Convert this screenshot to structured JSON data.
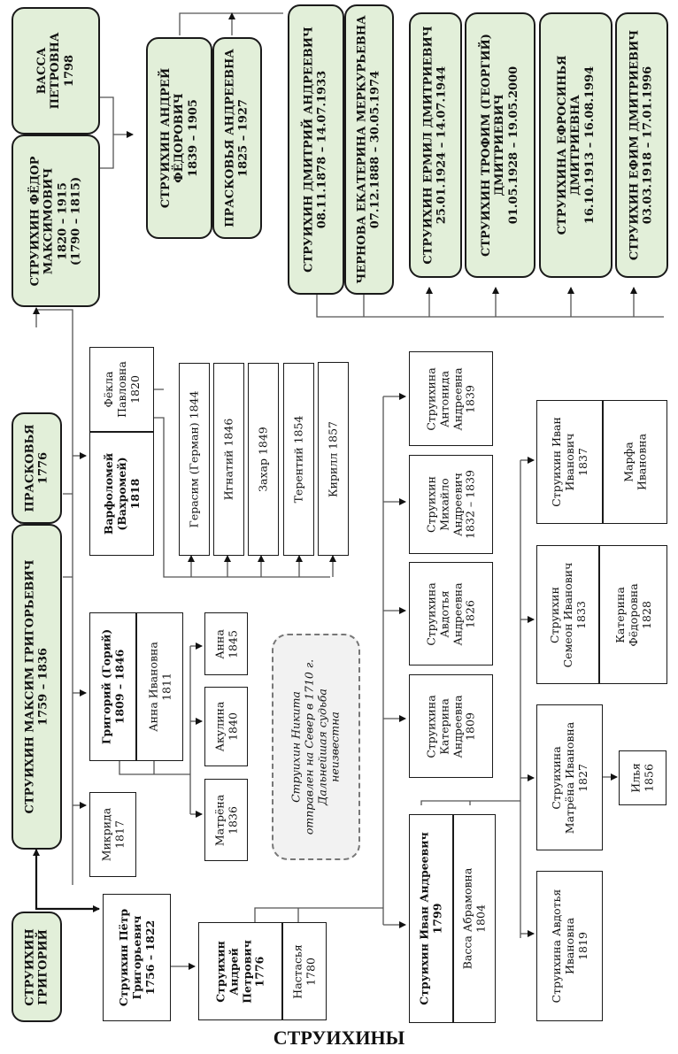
{
  "title": "СТРУИХИНЫ",
  "persons": {
    "grigoriy": {
      "lines": [
        "СТРУИХИН",
        "ГРИГОРИЙ"
      ]
    },
    "maksim": {
      "lines": [
        "СТРУИХИН МАКСИМ ГРИГОРЬЕВИЧ",
        "1759 – 1836"
      ]
    },
    "praskovya": {
      "lines": [
        "ПРАСКОВЬЯ",
        "1776"
      ]
    },
    "fedor": {
      "lines": [
        "СТРУИХИН ФЁДОР",
        "МАКСИМОВИЧ",
        "1820 – 1915",
        "(1790 – 1815)"
      ]
    },
    "vassa_p": {
      "lines": [
        "ВАССА",
        "ПЕТРОВНА",
        "1798"
      ]
    },
    "andrey_f": {
      "lines": [
        "СТРУИХИН АНДРЕЙ",
        "ФЁДОРОВИЧ",
        "1839 – 1905"
      ]
    },
    "praskovya_a": {
      "lines": [
        "ПРАСКОВЬЯ АНДРЕЕВНА",
        "1825 – 1927"
      ]
    },
    "dmitriy": {
      "lines": [
        "СТРУИХИН ДМИТРИЙ АНДРЕЕВИЧ",
        "08.11.1878 – 14.07.1933"
      ]
    },
    "chernova": {
      "lines": [
        "ЧЕРНОВА ЕКАТЕРИНА МЕРКУРЬЕВНА",
        "07.12.1888 – 30.05.1974"
      ]
    },
    "ermil": {
      "lines": [
        "СТРУИХИН ЕРМИЛ ДМИТРИЕВИЧ",
        "25.01.1924 – 14.07.1944"
      ]
    },
    "trofim": {
      "lines": [
        "СТРУИХИН ТРОФИМ (ГЕОРГИЙ)",
        "ДМИТРИЕВИЧ",
        "01.05.1928 – 19.05.2000"
      ]
    },
    "efrosinya": {
      "lines": [
        "СТРУИХИНА ЕФРОСИНЬЯ",
        "ДМИТРИЕВНА",
        "16.10.1913 – 16.08.1994"
      ]
    },
    "efim": {
      "lines": [
        "СТРУИХИН ЕФИМ ДМИТРИЕВИЧ",
        "03.03.1918 – 17.01.1996"
      ]
    },
    "vafolomey": {
      "lines": [
        "Варфоломей",
        "(Вахромей)",
        "1818"
      ]
    },
    "fekla": {
      "lines": [
        "Фёкла",
        "Павловна",
        "1820"
      ]
    },
    "gerasim": {
      "lines": [
        "Герасим (Герман) 1844"
      ]
    },
    "ignatiy": {
      "lines": [
        "Игнатий 1846"
      ]
    },
    "zakhar": {
      "lines": [
        "Захар 1849"
      ]
    },
    "terentiy": {
      "lines": [
        "Терентий 1854"
      ]
    },
    "kirill": {
      "lines": [
        "Кирилл 1857"
      ]
    },
    "grigoriy_g": {
      "lines": [
        "Григорий (Горий)",
        "1809 – 1846"
      ]
    },
    "anna_i": {
      "lines": [
        "Анна Ивановна",
        "1811"
      ]
    },
    "mikrida": {
      "lines": [
        "Микрида",
        "1817"
      ]
    },
    "anna": {
      "lines": [
        "Анна",
        "1845"
      ]
    },
    "akulina": {
      "lines": [
        "Акулина",
        "1840"
      ]
    },
    "matrena_g": {
      "lines": [
        "Матрёна",
        "1836"
      ]
    },
    "petr": {
      "lines": [
        "Струихин Пётр",
        "Григорьевич",
        "1756 – 1822"
      ]
    },
    "andrey_p": {
      "lines": [
        "Струихин",
        "Андрей",
        "Петрович",
        "1776"
      ]
    },
    "nastasya": {
      "lines": [
        "Настасья",
        "1780"
      ]
    },
    "ivan_a": {
      "lines": [
        "Струихин Иван Андреевич",
        "1799"
      ]
    },
    "vassa_a": {
      "lines": [
        "Васса Абрамовна",
        "1804"
      ]
    },
    "katerina_a": {
      "lines": [
        "Струихина",
        "Катерина",
        "Андреевна",
        "1809"
      ]
    },
    "avdotya_a": {
      "lines": [
        "Струихина",
        "Авдотья",
        "Андреевна",
        "1826"
      ]
    },
    "mikhaylo": {
      "lines": [
        "Струихин",
        "Михайло",
        "Андреевич",
        "1832 – 1839"
      ]
    },
    "antonida": {
      "lines": [
        "Струихина",
        "Антонида",
        "Андреевна",
        "1839"
      ]
    },
    "avdotya_i": {
      "lines": [
        "Струихина Авдотья",
        "Ивановна",
        "1819"
      ]
    },
    "matrena_i": {
      "lines": [
        "Струихина",
        "Матрёна Ивановна",
        "1827"
      ]
    },
    "ilya": {
      "lines": [
        "Илья",
        "1856"
      ]
    },
    "semen": {
      "lines": [
        "Струихин",
        "Семеон Иванович",
        "1833"
      ]
    },
    "katerina_f": {
      "lines": [
        "Катерина",
        "Фёдоровна",
        "1828"
      ]
    },
    "ivan_i": {
      "lines": [
        "Струихин Иван",
        "Иванович",
        "1837"
      ]
    },
    "marfa": {
      "lines": [
        "Марфа",
        "Ивановна"
      ]
    }
  },
  "note": {
    "lines": [
      "Струихин Никита",
      "отправлен на Север в 1710 г.",
      "Дальнейшая судьба",
      "неизвестна"
    ]
  }
}
